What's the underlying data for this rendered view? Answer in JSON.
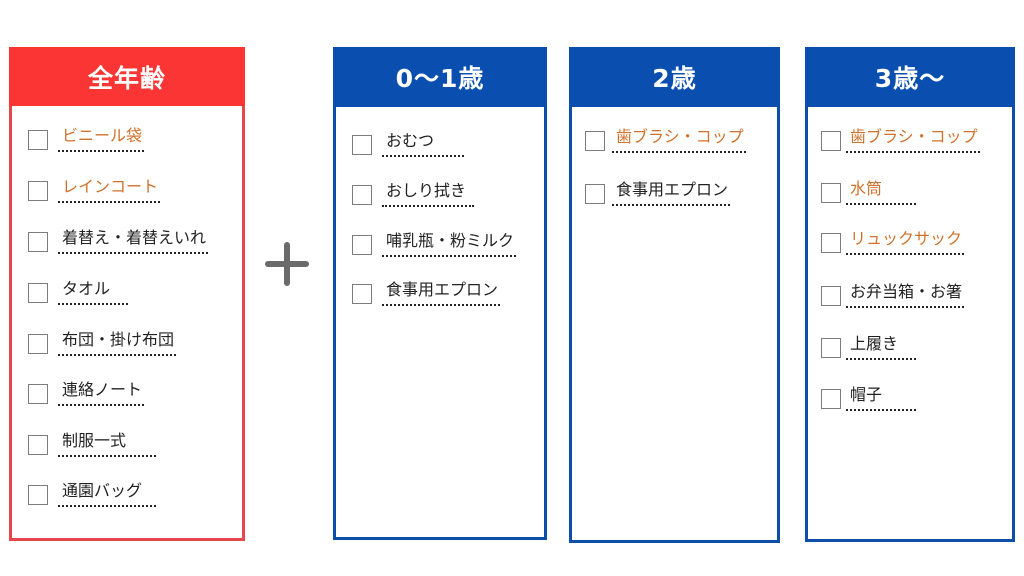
{
  "colors": {
    "all_ages_header": "#fb3434",
    "all_ages_border": "#e5484c",
    "age_header": "#0a4fb0",
    "age_border": "#0d4ea6",
    "accent_text": "#d0722c",
    "normal_text": "#222222",
    "plus_sign": "#6b6b6b"
  },
  "plus_icon": "plus-icon",
  "columns": [
    {
      "title": "全年齢",
      "items": [
        {
          "label": "ビニール袋",
          "accent": true
        },
        {
          "label": "レインコート",
          "accent": true
        },
        {
          "label": "着替え・着替えいれ",
          "accent": false
        },
        {
          "label": "タオル",
          "accent": false
        },
        {
          "label": "布団・掛け布団",
          "accent": false
        },
        {
          "label": "連絡ノート",
          "accent": false
        },
        {
          "label": "制服一式",
          "accent": false
        },
        {
          "label": "通園バッグ",
          "accent": false
        }
      ]
    },
    {
      "title": "0〜1歳",
      "items": [
        {
          "label": "おむつ",
          "accent": false
        },
        {
          "label": "おしり拭き",
          "accent": false
        },
        {
          "label": "哺乳瓶・粉ミルク",
          "accent": false
        },
        {
          "label": "食事用エプロン",
          "accent": false
        }
      ]
    },
    {
      "title": "2歳",
      "items": [
        {
          "label": "歯ブラシ・コップ",
          "accent": true
        },
        {
          "label": "食事用エプロン",
          "accent": false
        }
      ]
    },
    {
      "title": "3歳〜",
      "items": [
        {
          "label": "歯ブラシ・コップ",
          "accent": true
        },
        {
          "label": "水筒",
          "accent": true
        },
        {
          "label": "リュックサック",
          "accent": true
        },
        {
          "label": "お弁当箱・お箸",
          "accent": false
        },
        {
          "label": "上履き",
          "accent": false
        },
        {
          "label": "帽子",
          "accent": false
        }
      ]
    }
  ]
}
